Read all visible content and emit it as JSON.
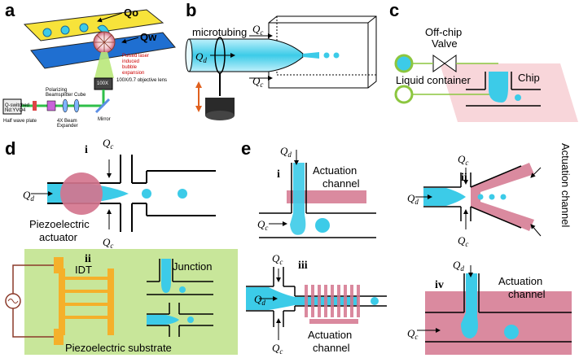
{
  "panels": {
    "a": {
      "letter": "a",
      "qo": "Qo",
      "qw": "Qw",
      "pulsed_laser": "Pulsed laser induced bubble expansion",
      "objective_lens": "100X/0.7 objective lens",
      "polarizing_cube": "Polarizing Beamsplitter Cube",
      "laser": "Q-switched Nd:YVO4 Laser",
      "half_wave": "Half wave plate",
      "beam_expander": "4X Beam Expander",
      "mirror": "Mirror"
    },
    "b": {
      "letter": "b",
      "microtubing": "microtubing",
      "qc": "Q",
      "qc_sub": "c",
      "qd": "Q",
      "qd_sub": "d"
    },
    "c": {
      "letter": "c",
      "valve": "Off-chip Valve",
      "chip": "Chip",
      "liquid_container": "Liquid container"
    },
    "d": {
      "letter": "d",
      "i": "i",
      "ii": "ii",
      "piezo_actuator": "Piezoelectric actuator",
      "idt": "IDT",
      "junction": "Junction",
      "substrate": "Piezoelectric substrate",
      "q": "Q",
      "c": "c",
      "d": "d"
    },
    "e": {
      "letter": "e",
      "i": "i",
      "ii": "ii",
      "iii": "iii",
      "iv": "iv",
      "actuation_channel": "Actuation channel",
      "actuation": "Actuation",
      "channel": "channel",
      "q": "Q",
      "c": "c",
      "d": "d"
    }
  },
  "colors": {
    "cyan": "#3ccbe8",
    "cyan_light": "#8fe3f2",
    "pink": "#d4758e",
    "pink_light": "#f0c7cf",
    "green_bg": "#c8e69a",
    "orange": "#f5b02a",
    "green_line": "#8cc63f",
    "brown": "#8b3a2a"
  }
}
